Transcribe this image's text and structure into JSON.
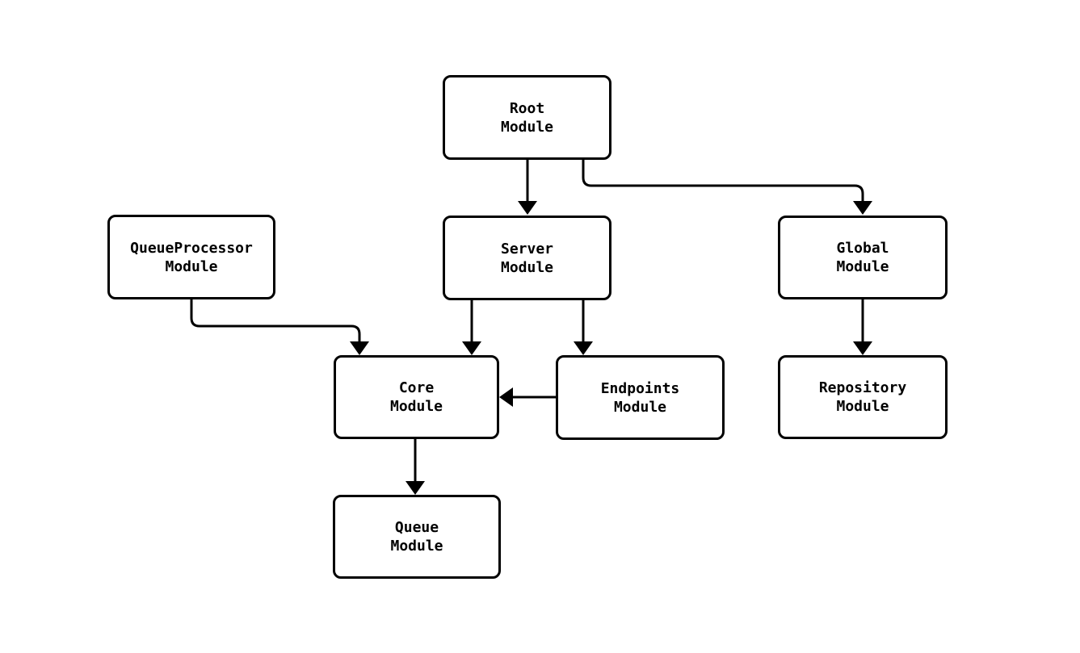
{
  "diagram": {
    "type": "module-dependency-graph",
    "nodes": [
      {
        "id": "root",
        "label": "Root\nModule"
      },
      {
        "id": "queue-processor",
        "label": "QueueProcessor\nModule"
      },
      {
        "id": "server",
        "label": "Server\nModule"
      },
      {
        "id": "global",
        "label": "Global\nModule"
      },
      {
        "id": "core",
        "label": "Core\nModule"
      },
      {
        "id": "endpoints",
        "label": "Endpoints\nModule"
      },
      {
        "id": "repository",
        "label": "Repository\nModule"
      },
      {
        "id": "queue",
        "label": "Queue\nModule"
      }
    ],
    "edges": [
      {
        "from": "Root Module",
        "to": "Server Module"
      },
      {
        "from": "Root Module",
        "to": "Global Module"
      },
      {
        "from": "QueueProcessor Module",
        "to": "Core Module"
      },
      {
        "from": "Server Module",
        "to": "Core Module"
      },
      {
        "from": "Server Module",
        "to": "Endpoints Module"
      },
      {
        "from": "Endpoints Module",
        "to": "Core Module"
      },
      {
        "from": "Global Module",
        "to": "Repository Module"
      },
      {
        "from": "Core Module",
        "to": "Queue Module"
      }
    ],
    "colors": {
      "background": "#ffffff",
      "node_fill": "#ffffff",
      "stroke": "#000000",
      "text": "#000000"
    }
  }
}
